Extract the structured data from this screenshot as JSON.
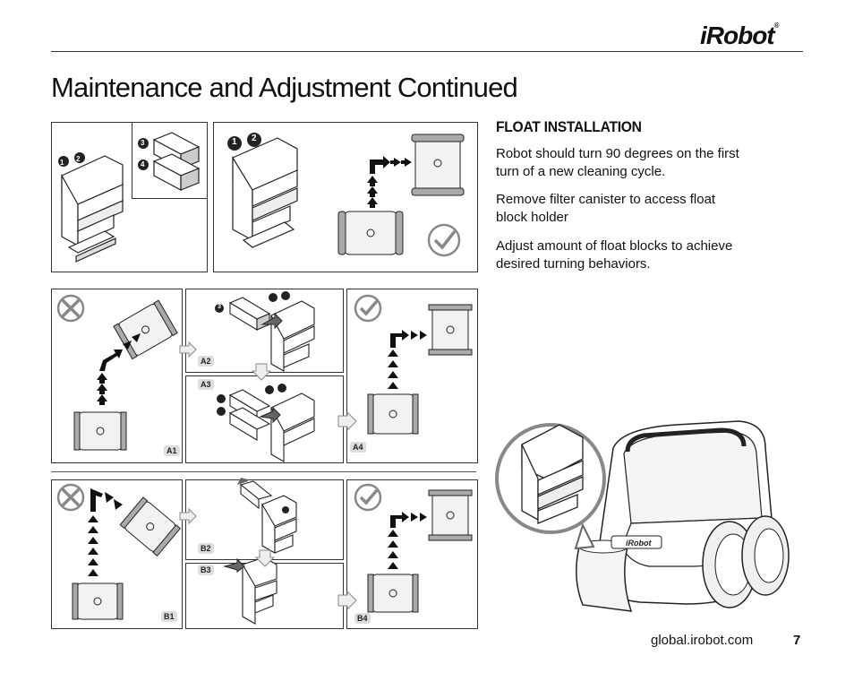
{
  "brand": {
    "logo": "iRobot"
  },
  "page": {
    "title": "Maintenance and Adjustment Continued",
    "footer_url": "global.irobot.com",
    "page_number": "7"
  },
  "section": {
    "heading": "FLOAT INSTALLATION",
    "paragraphs": [
      "Robot should turn 90 degrees on the first turn of a new cleaning cycle.",
      "Remove filter canister to access float block holder",
      "Adjust amount of float blocks to achieve  desired turning behaviors."
    ]
  },
  "figure": {
    "step_labels": {
      "a1": "A1",
      "a2": "A2",
      "a3": "A3",
      "a4": "A4",
      "b1": "B1",
      "b2": "B2",
      "b3": "B3",
      "b4": "B4"
    },
    "callouts": {
      "one": "1",
      "two": "2",
      "three": "3",
      "four": "4"
    },
    "robot_badge": "iRobot"
  },
  "colors": {
    "ink": "#111111",
    "rule": "#333333",
    "panel_border": "#333333",
    "label_bg": "#dddddd"
  }
}
